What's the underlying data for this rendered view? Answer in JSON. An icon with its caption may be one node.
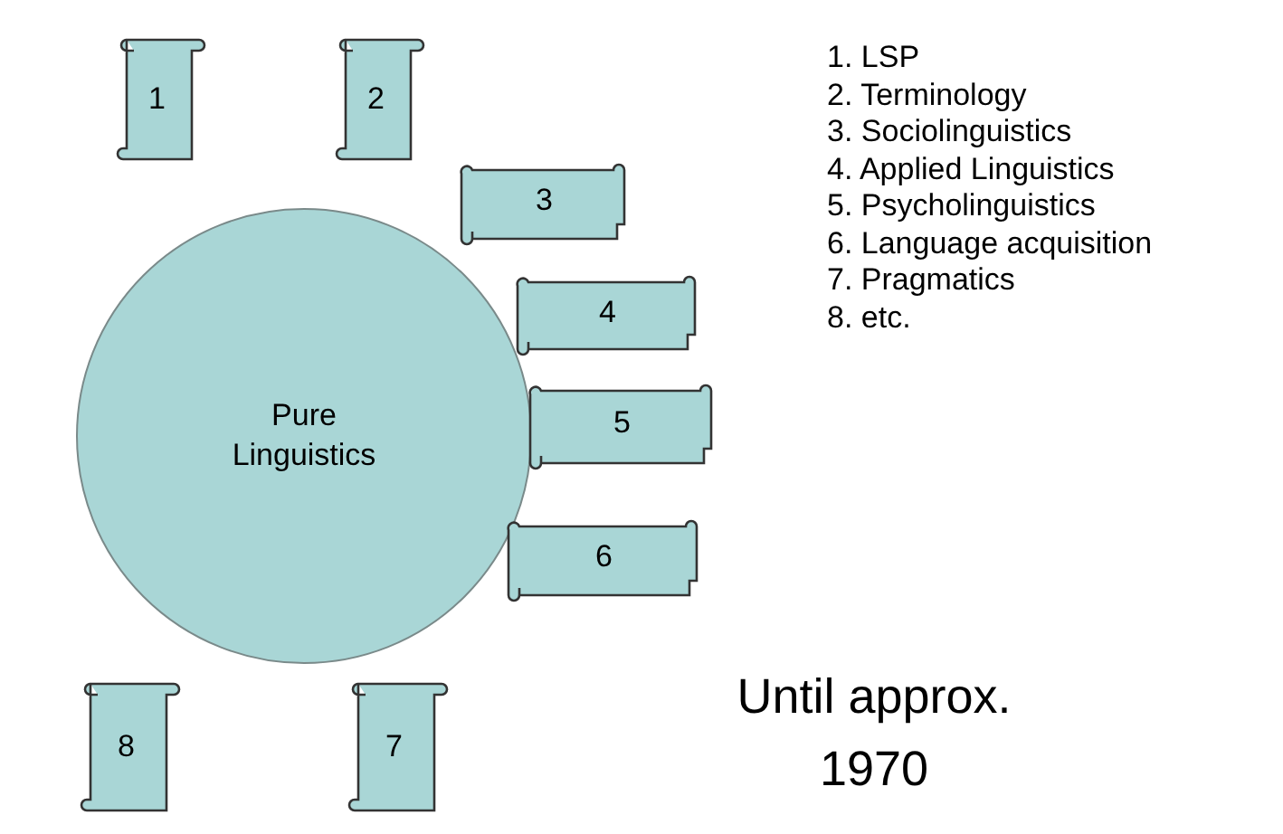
{
  "diagram": {
    "nodes": [
      {
        "text": [
          "Pure Linguistics"
        ]
      },
      {
        "text": [
          "1"
        ]
      },
      {
        "text": [
          "2"
        ]
      },
      {
        "text": [
          "3"
        ]
      },
      {
        "text": [
          "4"
        ]
      },
      {
        "text": [
          "5"
        ]
      },
      {
        "text": [
          "6"
        ]
      },
      {
        "text": [
          "8"
        ]
      },
      {
        "text": [
          "7"
        ]
      }
    ],
    "edges": [],
    "labels": [
      "1. LSP",
      "2. Terminology",
      "3. Sociolinguistics",
      "4. Applied Linguistics",
      "5. Psycholinguistics",
      "6. Language acquisition",
      "7. Pragmatics",
      "8. etc.",
      "Until approx. 1970"
    ]
  }
}
